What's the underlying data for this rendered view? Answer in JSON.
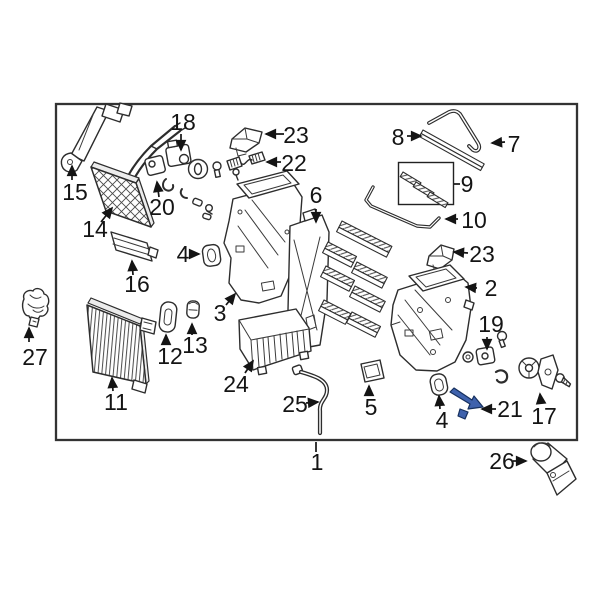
{
  "diagram": {
    "background": "#ffffff",
    "line_color": "#2d2d2d",
    "frame_color": "#333333",
    "highlight_color": "#3f62ad",
    "highlight_outline": "#16305e",
    "callouts": [
      {
        "num": "15"
      },
      {
        "num": "18"
      },
      {
        "num": "23"
      },
      {
        "num": "22"
      },
      {
        "num": "8"
      },
      {
        "num": "7"
      },
      {
        "num": "9"
      },
      {
        "num": "10"
      },
      {
        "num": "20"
      },
      {
        "num": "14"
      },
      {
        "num": "6"
      },
      {
        "num": "23"
      },
      {
        "num": "16"
      },
      {
        "num": "4"
      },
      {
        "num": "2"
      },
      {
        "num": "3"
      },
      {
        "num": "19"
      },
      {
        "num": "27"
      },
      {
        "num": "12"
      },
      {
        "num": "13"
      },
      {
        "num": "11"
      },
      {
        "num": "24"
      },
      {
        "num": "25"
      },
      {
        "num": "5"
      },
      {
        "num": "4"
      },
      {
        "num": "21"
      },
      {
        "num": "17"
      },
      {
        "num": "1"
      },
      {
        "num": "26"
      }
    ]
  }
}
